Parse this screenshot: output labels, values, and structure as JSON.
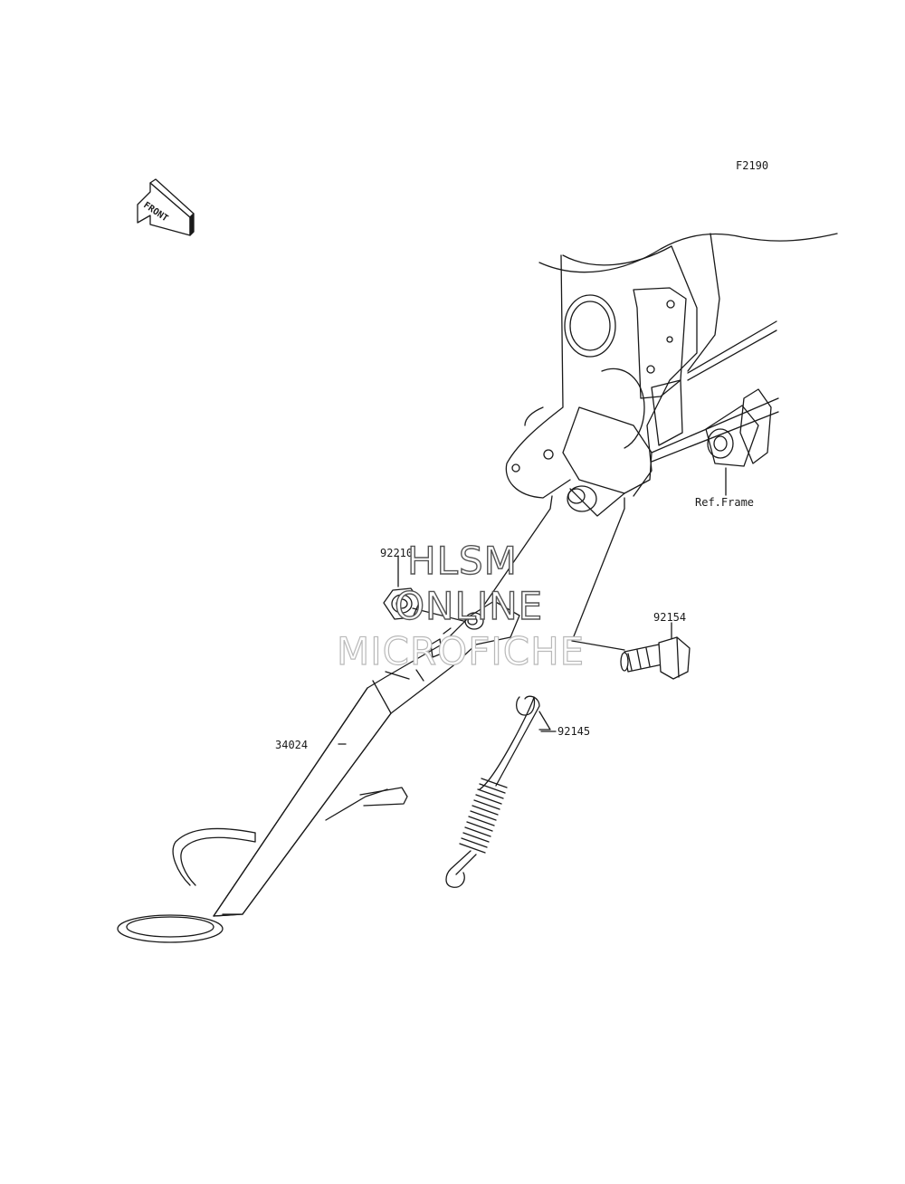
{
  "figure_code": "F2190",
  "front_label": "FRONT",
  "frame_ref": "Ref.Frame",
  "parts": [
    {
      "number": "92210"
    },
    {
      "number": "92154"
    },
    {
      "number": "92145"
    },
    {
      "number": "34024"
    }
  ],
  "watermark": {
    "line1": "HLSM",
    "line2": "ONLINE",
    "line3": "MICROFICHE"
  },
  "colors": {
    "line": "#1a1a1a",
    "background": "#ffffff"
  }
}
